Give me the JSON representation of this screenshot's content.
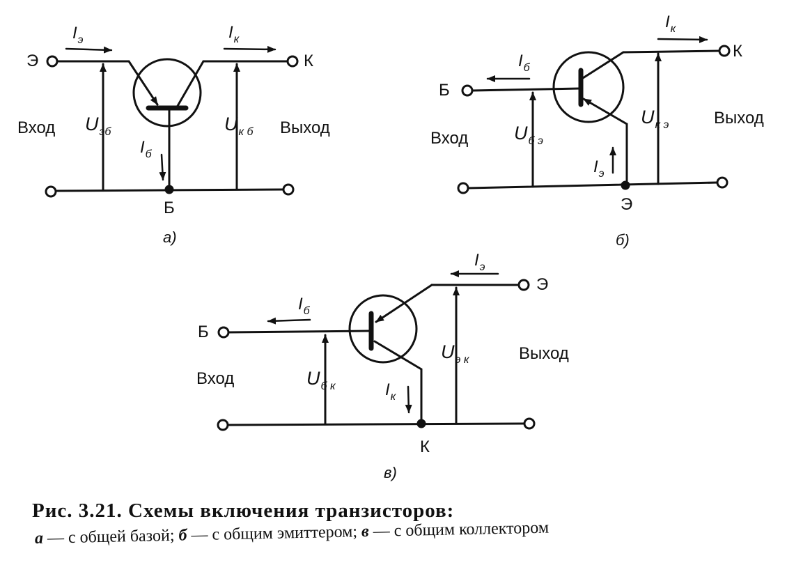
{
  "figure": {
    "panel_a": {
      "terminals": {
        "emitter": "Э",
        "collector": "К",
        "base": "Б"
      },
      "currents": {
        "emitter": "I",
        "emitter_sub": "э",
        "collector": "I",
        "collector_sub": "к",
        "base": "I",
        "base_sub": "б"
      },
      "voltages": {
        "input": "U",
        "input_sub": "эб",
        "output": "U",
        "output_sub": "к б"
      },
      "input_label": "Вход",
      "output_label": "Выход",
      "tag": "а)"
    },
    "panel_b": {
      "terminals": {
        "base": "Б",
        "collector": "К",
        "emitter": "Э"
      },
      "currents": {
        "base": "I",
        "base_sub": "б",
        "collector": "I",
        "collector_sub": "к",
        "emitter": "I",
        "emitter_sub": "э"
      },
      "voltages": {
        "input": "U",
        "input_sub": "б э",
        "output": "U",
        "output_sub": "к э"
      },
      "input_label": "Вход",
      "output_label": "Выход",
      "tag": "б)"
    },
    "panel_c": {
      "terminals": {
        "base": "Б",
        "emitter": "Э",
        "collector": "К"
      },
      "currents": {
        "base": "I",
        "base_sub": "б",
        "emitter": "I",
        "emitter_sub": "э",
        "collector": "I",
        "collector_sub": "к"
      },
      "voltages": {
        "input": "U",
        "input_sub": "б к",
        "output": "U",
        "output_sub": "э к"
      },
      "input_label": "Вход",
      "output_label": "Выход",
      "tag": "в)"
    },
    "caption": {
      "title": "Рис. 3.21. Схемы включения транзисторов:",
      "a_letter": "а",
      "a_text": " — с общей базой; ",
      "b_letter": "б",
      "b_text": " — с общим эмиттером; ",
      "c_letter": "в",
      "c_text": " — с общим коллектором"
    }
  }
}
